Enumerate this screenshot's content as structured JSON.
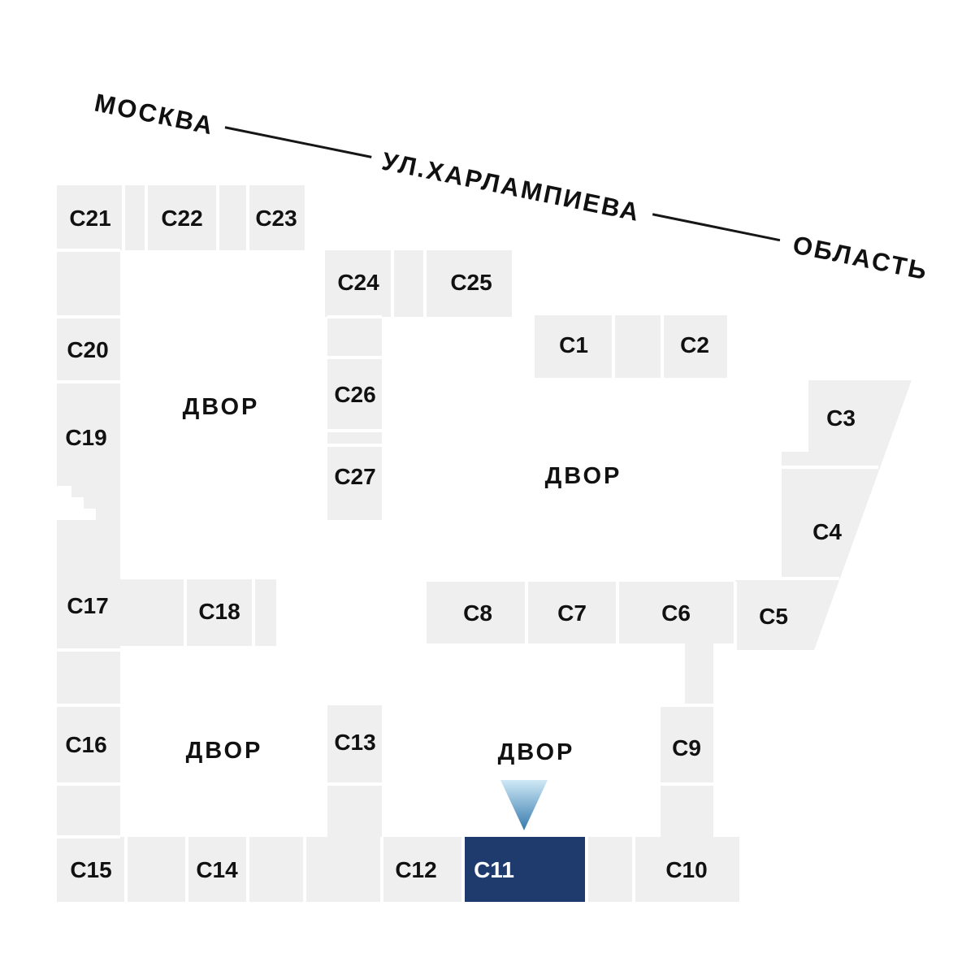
{
  "colors": {
    "background": "#ffffff",
    "building_fill": "#efefef",
    "divider": "#ffffff",
    "highlight_fill": "#1f3a6d",
    "label_color": "#111111",
    "highlight_label_color": "#ffffff",
    "arrow_gradient_top": "#cfe9f6",
    "arrow_gradient_bottom": "#3579ad"
  },
  "street": {
    "city_label": "МОСКВА",
    "street_name": "УЛ.ХАРЛАМПИЕВА",
    "region_label": "ОБЛАСТЬ"
  },
  "courtyards": [
    "ДВОР",
    "ДВОР",
    "ДВОР",
    "ДВОР"
  ],
  "buildings": {
    "c1": "С1",
    "c2": "С2",
    "c3": "С3",
    "c4": "С4",
    "c5": "С5",
    "c6": "С6",
    "c7": "С7",
    "c8": "С8",
    "c9": "С9",
    "c10": "С10",
    "c11": "С11",
    "c12": "С12",
    "c13": "С13",
    "c14": "С14",
    "c15": "С15",
    "c16": "С16",
    "c17": "С17",
    "c18": "С18",
    "c19": "С19",
    "c20": "С20",
    "c21": "С21",
    "c22": "С22",
    "c23": "С23",
    "c24": "С24",
    "c25": "С25",
    "c26": "С26",
    "c27": "С27"
  },
  "selected_building": "С11"
}
